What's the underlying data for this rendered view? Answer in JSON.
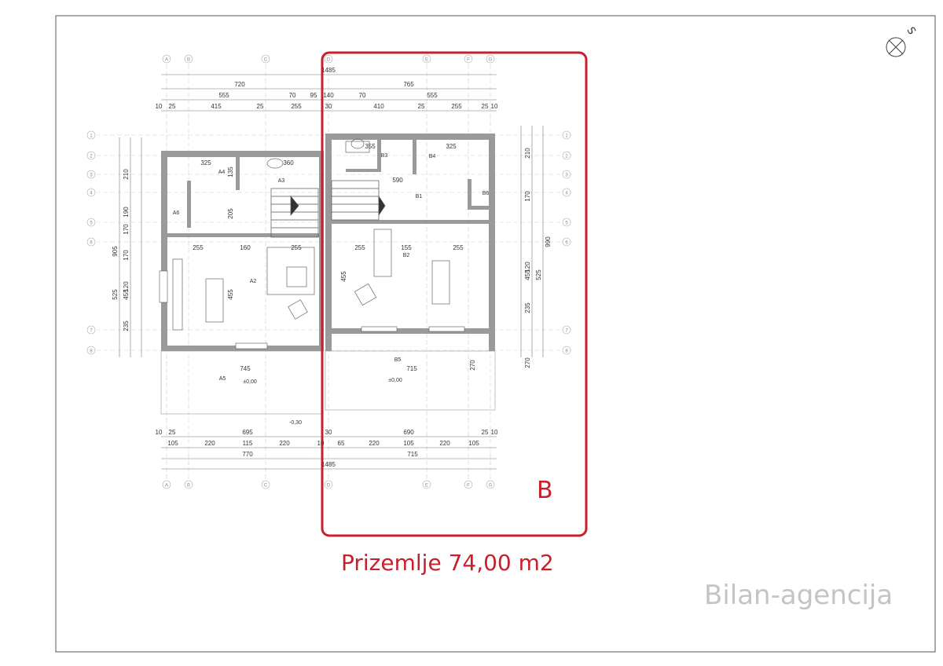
{
  "dims": {
    "top_total": "1485",
    "top_row1": [
      "720",
      "765"
    ],
    "top_row2": [
      "555",
      "70",
      "95",
      "140",
      "70",
      "555"
    ],
    "top_row3": [
      "10",
      "25",
      "415",
      "25",
      "255",
      "30",
      "410",
      "25",
      "255",
      "25",
      "10"
    ],
    "bottom_row1": [
      "10",
      "25",
      "695",
      "30",
      "690",
      "25",
      "10"
    ],
    "bottom_row2": [
      "105",
      "220",
      "115",
      "220",
      "10",
      "65",
      "220",
      "105",
      "220",
      "105"
    ],
    "bottom_row3": [
      "770",
      "715"
    ],
    "bottom_total": "1485",
    "left_outer": [
      "905",
      "525"
    ],
    "left_inner": [
      "210",
      "170",
      "190",
      "170",
      "120",
      "455",
      "235"
    ],
    "right_outer": [
      "990",
      "525"
    ],
    "right_inner": [
      "210",
      "170",
      "120",
      "455",
      "235",
      "270"
    ],
    "interior": [
      "325",
      "360",
      "325",
      "355",
      "590",
      "255",
      "160",
      "255",
      "255",
      "155",
      "255",
      "745",
      "715",
      "455",
      "455",
      "205",
      "135",
      "270"
    ]
  },
  "grid_columns": [
    "A",
    "B",
    "C",
    "D",
    "E",
    "F",
    "G"
  ],
  "grid_rows": [
    "1",
    "2",
    "3",
    "4",
    "5",
    "6",
    "7",
    "8"
  ],
  "rooms": [
    "A4",
    "A3",
    "A2",
    "A5",
    "A6",
    "B3",
    "B4",
    "B1",
    "B2",
    "B5",
    "B6"
  ],
  "levels": [
    "±0,00",
    "±0,00",
    "-0,30"
  ],
  "unit_letter": "B",
  "area_caption": "Prizemlje 74,00 m2",
  "watermark": "Bilan-agencija",
  "north_label": "S",
  "colors": {
    "highlight": "#c8202b",
    "wall": "#9a9a9a",
    "line": "#555555",
    "watermark": "#c4c4c4"
  }
}
